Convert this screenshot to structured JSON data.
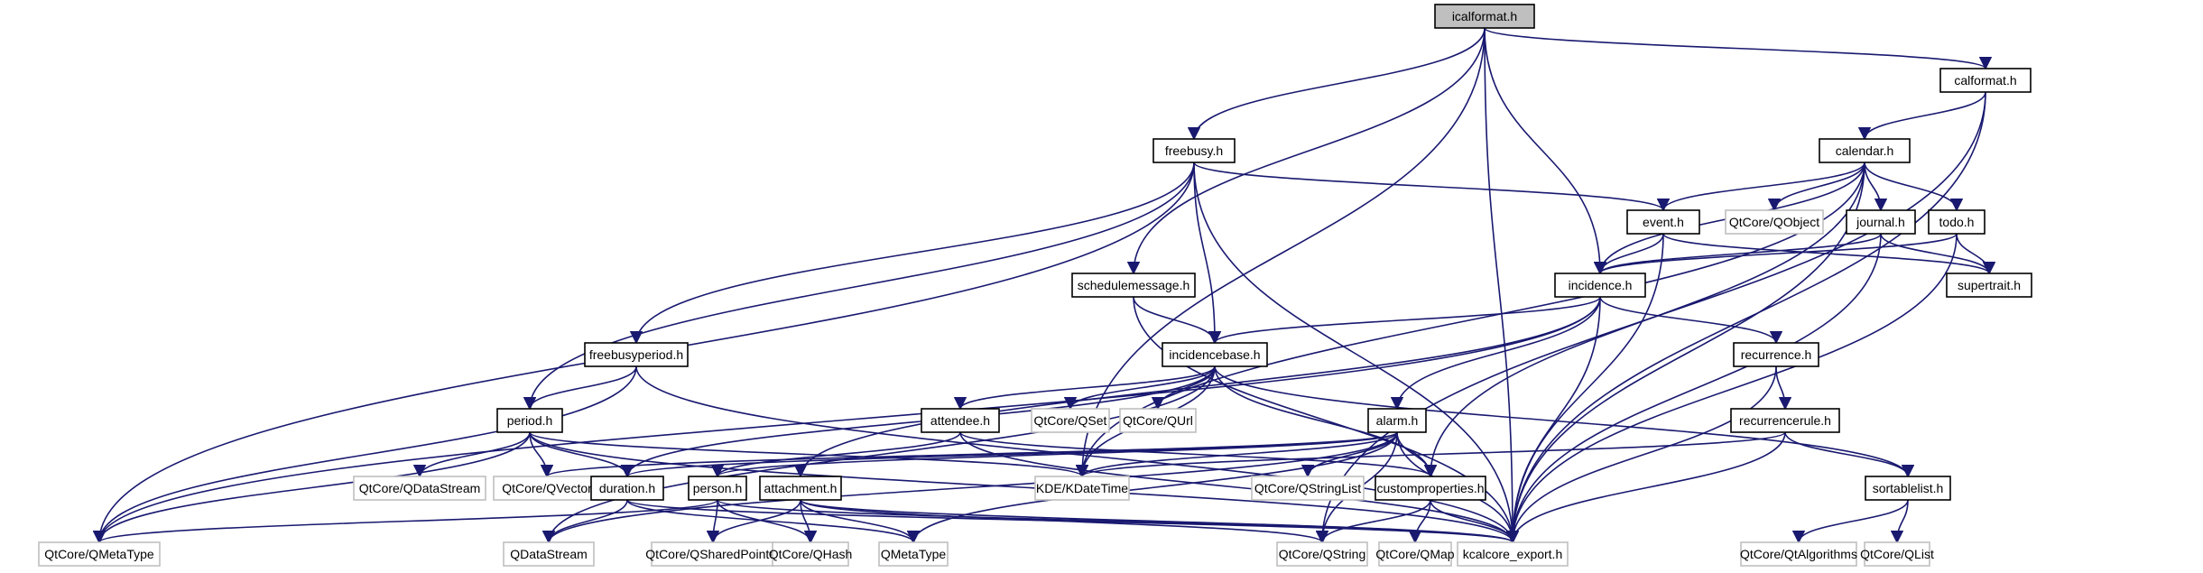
{
  "diagram": {
    "title": "icalformat.h include dependency graph",
    "root": "icalformat.h",
    "colors": {
      "edge": "#191970",
      "root_fill": "#bfbfbf",
      "external_border": "#bfbfbf",
      "internal_border": "#000000"
    },
    "nodes": [
      {
        "id": "icalformat",
        "label": "icalformat.h",
        "kind": "root"
      },
      {
        "id": "calformat",
        "label": "calformat.h",
        "kind": "internal"
      },
      {
        "id": "freebusy",
        "label": "freebusy.h",
        "kind": "internal"
      },
      {
        "id": "calendar",
        "label": "calendar.h",
        "kind": "internal"
      },
      {
        "id": "event",
        "label": "event.h",
        "kind": "internal"
      },
      {
        "id": "qobject",
        "label": "QtCore/QObject",
        "kind": "external"
      },
      {
        "id": "journal",
        "label": "journal.h",
        "kind": "internal"
      },
      {
        "id": "todo",
        "label": "todo.h",
        "kind": "internal"
      },
      {
        "id": "schedulemessage",
        "label": "schedulemessage.h",
        "kind": "internal"
      },
      {
        "id": "incidence",
        "label": "incidence.h",
        "kind": "internal"
      },
      {
        "id": "supertrait",
        "label": "supertrait.h",
        "kind": "internal"
      },
      {
        "id": "freebusyperiod",
        "label": "freebusyperiod.h",
        "kind": "internal"
      },
      {
        "id": "incidencebase",
        "label": "incidencebase.h",
        "kind": "internal"
      },
      {
        "id": "recurrence",
        "label": "recurrence.h",
        "kind": "internal"
      },
      {
        "id": "period",
        "label": "period.h",
        "kind": "internal"
      },
      {
        "id": "attendee",
        "label": "attendee.h",
        "kind": "internal"
      },
      {
        "id": "qset",
        "label": "QtCore/QSet",
        "kind": "external"
      },
      {
        "id": "qurl",
        "label": "QtCore/QUrl",
        "kind": "external"
      },
      {
        "id": "alarm",
        "label": "alarm.h",
        "kind": "internal"
      },
      {
        "id": "recurrencerule",
        "label": "recurrencerule.h",
        "kind": "internal"
      },
      {
        "id": "qdatastream_qt",
        "label": "QtCore/QDataStream",
        "kind": "external"
      },
      {
        "id": "qvector",
        "label": "QtCore/QVector",
        "kind": "external"
      },
      {
        "id": "duration",
        "label": "duration.h",
        "kind": "internal"
      },
      {
        "id": "person",
        "label": "person.h",
        "kind": "internal"
      },
      {
        "id": "attachment",
        "label": "attachment.h",
        "kind": "internal"
      },
      {
        "id": "kdatetime",
        "label": "KDE/KDateTime",
        "kind": "external"
      },
      {
        "id": "qstringlist",
        "label": "QtCore/QStringList",
        "kind": "external"
      },
      {
        "id": "customproperties",
        "label": "customproperties.h",
        "kind": "internal"
      },
      {
        "id": "sortablelist",
        "label": "sortablelist.h",
        "kind": "internal"
      },
      {
        "id": "qmetatype_qt",
        "label": "QtCore/QMetaType",
        "kind": "external"
      },
      {
        "id": "qdatastream",
        "label": "QDataStream",
        "kind": "external"
      },
      {
        "id": "qsharedpointer",
        "label": "QtCore/QSharedPointer",
        "kind": "external"
      },
      {
        "id": "qhash",
        "label": "QtCore/QHash",
        "kind": "external"
      },
      {
        "id": "qmetatype",
        "label": "QMetaType",
        "kind": "external"
      },
      {
        "id": "qstring",
        "label": "QtCore/QString",
        "kind": "external"
      },
      {
        "id": "qmap",
        "label": "QtCore/QMap",
        "kind": "external"
      },
      {
        "id": "kcalcore_export",
        "label": "kcalcore_export.h",
        "kind": "external"
      },
      {
        "id": "qtalgorithms",
        "label": "QtCore/QtAlgorithms",
        "kind": "external"
      },
      {
        "id": "qlist",
        "label": "QtCore/QList",
        "kind": "external"
      }
    ],
    "edges": [
      [
        "icalformat",
        "freebusy"
      ],
      [
        "icalformat",
        "schedulemessage"
      ],
      [
        "icalformat",
        "kdatetime"
      ],
      [
        "icalformat",
        "kcalcore_export"
      ],
      [
        "icalformat",
        "incidence"
      ],
      [
        "icalformat",
        "calformat"
      ],
      [
        "calformat",
        "calendar"
      ],
      [
        "calformat",
        "qstring"
      ],
      [
        "calformat",
        "kcalcore_export"
      ],
      [
        "calendar",
        "event"
      ],
      [
        "calendar",
        "qobject"
      ],
      [
        "calendar",
        "journal"
      ],
      [
        "calendar",
        "todo"
      ],
      [
        "calendar",
        "incidence"
      ],
      [
        "calendar",
        "customproperties"
      ],
      [
        "calendar",
        "kcalcore_export"
      ],
      [
        "calendar",
        "kdatetime"
      ],
      [
        "freebusy",
        "event"
      ],
      [
        "freebusy",
        "incidencebase"
      ],
      [
        "freebusy",
        "freebusyperiod"
      ],
      [
        "freebusy",
        "period"
      ],
      [
        "freebusy",
        "qmetatype_qt"
      ],
      [
        "freebusy",
        "kcalcore_export"
      ],
      [
        "event",
        "incidence"
      ],
      [
        "event",
        "supertrait"
      ],
      [
        "event",
        "kcalcore_export"
      ],
      [
        "journal",
        "incidence"
      ],
      [
        "journal",
        "supertrait"
      ],
      [
        "journal",
        "kcalcore_export"
      ],
      [
        "todo",
        "incidence"
      ],
      [
        "todo",
        "supertrait"
      ],
      [
        "todo",
        "kcalcore_export"
      ],
      [
        "schedulemessage",
        "incidencebase"
      ],
      [
        "schedulemessage",
        "kcalcore_export"
      ],
      [
        "incidence",
        "incidencebase"
      ],
      [
        "incidence",
        "recurrence"
      ],
      [
        "incidence",
        "alarm"
      ],
      [
        "incidence",
        "attachment"
      ],
      [
        "incidence",
        "qmetatype_qt"
      ],
      [
        "incidence",
        "kcalcore_export"
      ],
      [
        "freebusyperiod",
        "period"
      ],
      [
        "freebusyperiod",
        "qmetatype_qt"
      ],
      [
        "freebusyperiod",
        "kcalcore_export"
      ],
      [
        "incidencebase",
        "attendee"
      ],
      [
        "incidencebase",
        "qset"
      ],
      [
        "incidencebase",
        "qurl"
      ],
      [
        "incidencebase",
        "kdatetime"
      ],
      [
        "incidencebase",
        "customproperties"
      ],
      [
        "incidencebase",
        "duration"
      ],
      [
        "incidencebase",
        "sortablelist"
      ],
      [
        "incidencebase",
        "qdatastream"
      ],
      [
        "recurrence",
        "recurrencerule"
      ],
      [
        "recurrence",
        "kcalcore_export"
      ],
      [
        "recurrencerule",
        "sortablelist"
      ],
      [
        "recurrencerule",
        "kdatetime"
      ],
      [
        "recurrencerule",
        "kcalcore_export"
      ],
      [
        "period",
        "duration"
      ],
      [
        "period",
        "qdatastream_qt"
      ],
      [
        "period",
        "qvector"
      ],
      [
        "period",
        "kdatetime"
      ],
      [
        "period",
        "qmetatype_qt"
      ],
      [
        "period",
        "kcalcore_export"
      ],
      [
        "attendee",
        "person"
      ],
      [
        "attendee",
        "customproperties"
      ],
      [
        "attendee",
        "kcalcore_export"
      ],
      [
        "alarm",
        "duration"
      ],
      [
        "alarm",
        "person"
      ],
      [
        "alarm",
        "customproperties"
      ],
      [
        "alarm",
        "kdatetime"
      ],
      [
        "alarm",
        "qstringlist"
      ],
      [
        "alarm",
        "qstring"
      ],
      [
        "alarm",
        "qvector"
      ],
      [
        "alarm",
        "qmetatype"
      ],
      [
        "alarm",
        "qdatastream"
      ],
      [
        "alarm",
        "kcalcore_export"
      ],
      [
        "duration",
        "qdatastream"
      ],
      [
        "duration",
        "qmetatype"
      ],
      [
        "duration",
        "kcalcore_export"
      ],
      [
        "person",
        "qsharedpointer"
      ],
      [
        "person",
        "qhash"
      ],
      [
        "person",
        "qmetatype_qt"
      ],
      [
        "person",
        "kcalcore_export"
      ],
      [
        "attachment",
        "qsharedpointer"
      ],
      [
        "attachment",
        "qhash"
      ],
      [
        "attachment",
        "qmetatype"
      ],
      [
        "attachment",
        "qstring"
      ],
      [
        "attachment",
        "kcalcore_export"
      ],
      [
        "customproperties",
        "qstring"
      ],
      [
        "customproperties",
        "qmap"
      ],
      [
        "customproperties",
        "kcalcore_export"
      ],
      [
        "sortablelist",
        "qtalgorithms"
      ],
      [
        "sortablelist",
        "qlist"
      ]
    ]
  }
}
